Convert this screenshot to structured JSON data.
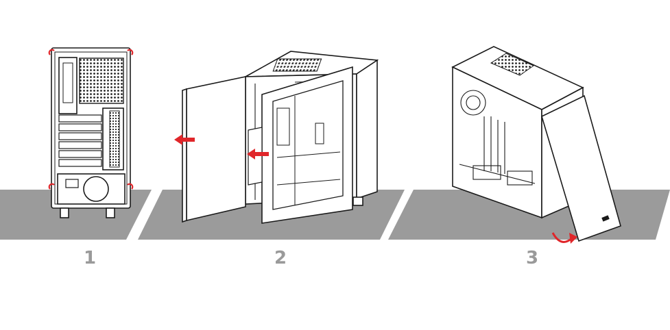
{
  "steps": [
    {
      "number": "1",
      "view": "case-rear"
    },
    {
      "number": "2",
      "view": "case-side-panels-removed"
    },
    {
      "number": "3",
      "view": "case-front-panel-rotated"
    }
  ],
  "colors": {
    "floor": "#9b9b9b",
    "line": "#1a1a1a",
    "panel": "#ffffff",
    "arrow": "#e0262a",
    "label": "#9a9a9a"
  }
}
